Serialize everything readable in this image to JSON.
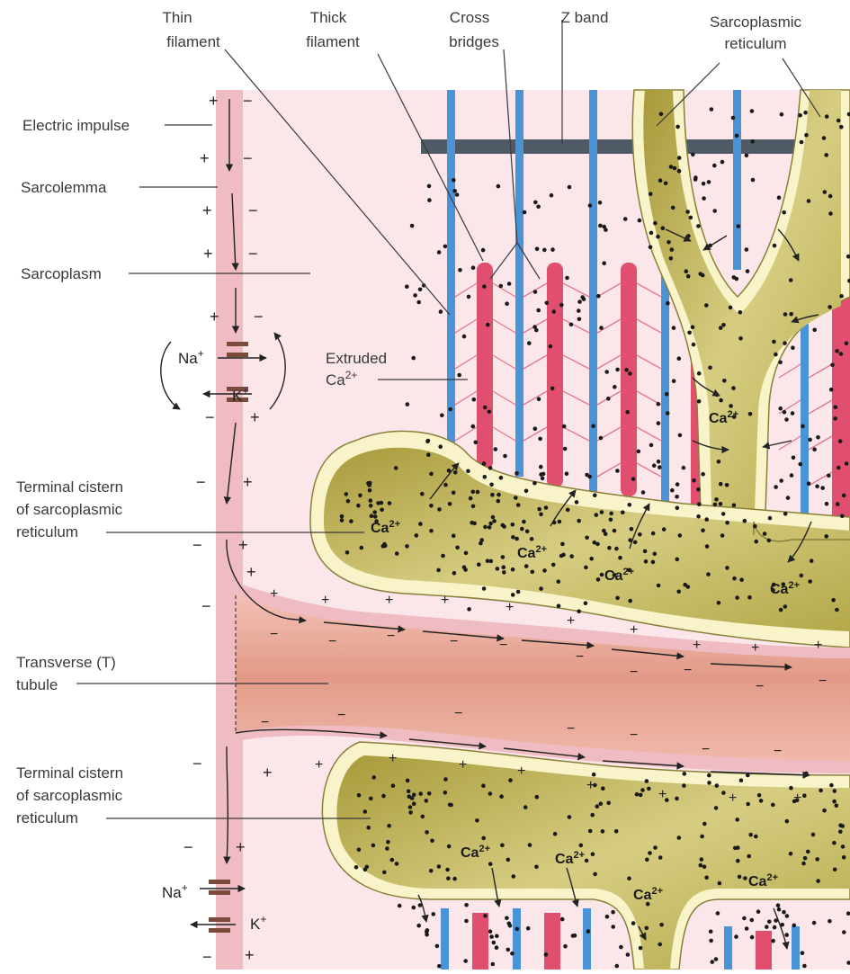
{
  "top_labels": {
    "thin": [
      "Thin",
      "filament"
    ],
    "thick": [
      "Thick",
      "filament"
    ],
    "cross": [
      "Cross",
      "bridges"
    ],
    "zband": "Z band",
    "sr": [
      "Sarcoplasmic",
      "reticulum"
    ]
  },
  "left_labels": {
    "electric_impulse": "Electric impulse",
    "sarcolemma": "Sarcolemma",
    "sarcoplasm": "Sarcoplasm",
    "extruded": [
      "Extruded",
      "Ca"
    ],
    "terminal_cistern_upper": [
      "Terminal cistern",
      "of sarcoplasmic",
      "reticulum"
    ],
    "t_tubule": [
      "Transverse (T)",
      "tubule"
    ],
    "terminal_cistern_lower": [
      "Terminal cistern",
      "of sarcoplasmic",
      "reticulum"
    ]
  },
  "ions": {
    "na": "Na",
    "k": "K",
    "ca": "Ca",
    "ca_charge": "2+",
    "plus": "+",
    "minus": "−"
  },
  "colors": {
    "background": "#fbe6ea",
    "membrane": "#e9a9b2",
    "thin_filament": "#4a93d6",
    "thick_filament": "#e0506e",
    "sr_lumen": "#bfb45a",
    "sr_rim": "#f8f3c8",
    "t_tubule": "#e8a493",
    "z_band": "#4f5a66"
  }
}
